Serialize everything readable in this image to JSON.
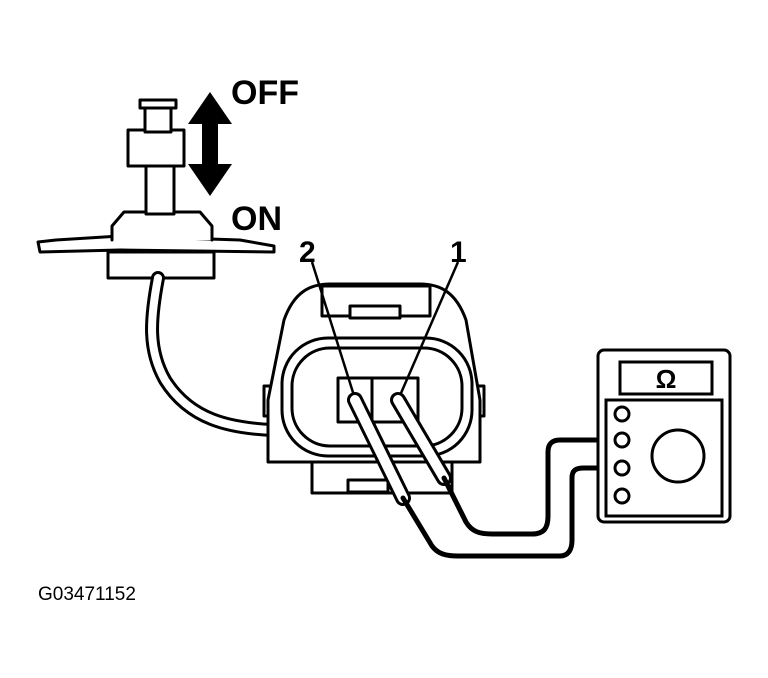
{
  "switch": {
    "off_label": "OFF",
    "on_label": "ON"
  },
  "terminals": {
    "terminal_1_label": "1",
    "terminal_2_label": "2"
  },
  "meter": {
    "unit_symbol": "Ω"
  },
  "figure_id": "G03471152",
  "colors": {
    "ink": "#000000",
    "paper": "#ffffff"
  }
}
